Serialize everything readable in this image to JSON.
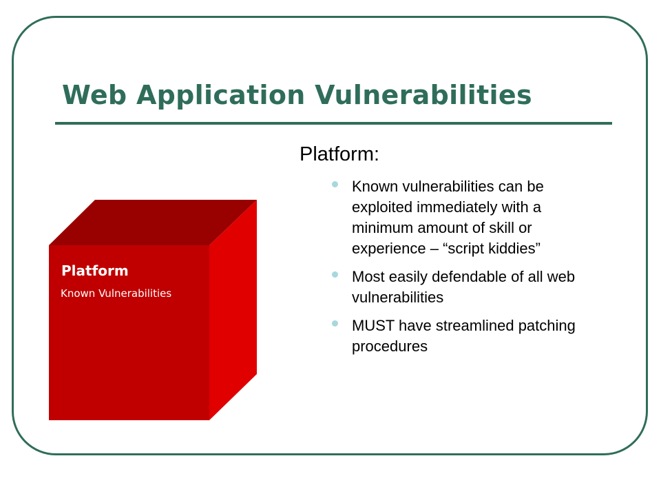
{
  "slide": {
    "title": "Web Application Vulnerabilities",
    "colors": {
      "accent": "#2f6d5a",
      "bullet": "#a6d8de",
      "cube_front": "#c00000",
      "cube_top": "#990000",
      "cube_side": "#e00000"
    },
    "cube": {
      "label": "Platform",
      "sublabel": "Known Vulnerabilities"
    },
    "content": {
      "heading": "Platform:",
      "bullets": [
        "Known vulnerabilities can be exploited immediately with a minimum amount of skill or experience – “script kiddies”",
        "Most easily defendable of all web vulnerabilities",
        "MUST have streamlined patching procedures"
      ]
    }
  }
}
